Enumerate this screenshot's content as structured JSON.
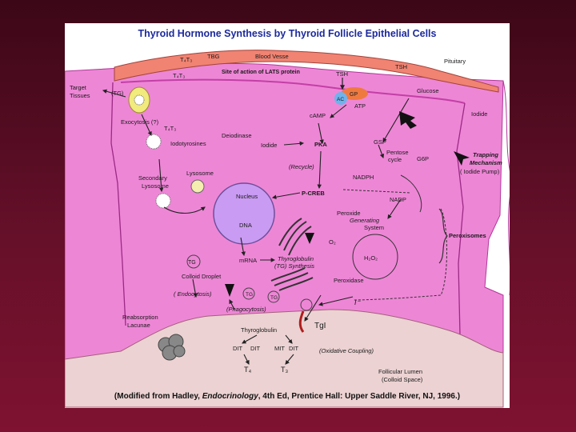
{
  "title": "Thyroid Hormone Synthesis by Thyroid Follicle Epithelial Cells",
  "caption": {
    "prefix": "(Modified from Hadley, ",
    "book": "Endocrinology",
    "suffix": ", 4th Ed, Prentice Hall: Upper Saddle River, NJ, 1996.)"
  },
  "colors": {
    "cell": "#ee86d6",
    "cell_dark": "#c33fa6",
    "lumen": "#ecd2d2",
    "vessel": "#f08372",
    "nucleus": "#c99bf2",
    "receptor_gp": "#ef7a40",
    "receptor_ac": "#6fb3ec",
    "tg_blob": "#f1ea7c",
    "title": "#1d2a9c",
    "background": "#66102a"
  },
  "labels": {
    "blood_vessel": "Blood Vesse",
    "tbg_top": "TBG",
    "t4t3_top": "T₄T₃",
    "t4t3_second": "T₄T₃",
    "tsh_right": "TSH",
    "pituitary": "Pituitary",
    "site_lats": "Site of action of LATS protein",
    "tsh_receptor": "TSH",
    "gp": "GP",
    "ac": "AC",
    "atp": "ATP",
    "glucose": "Glucose",
    "iodide_top": "Iodide",
    "target_tissues_1": "Target",
    "target_tissues_2": "Tissues",
    "tg_left": "(TG)",
    "exocytosis": "Exocytosis (?)",
    "t4t3_left": "T₄T₃",
    "camp": "cAMP",
    "deiodinase": "Deiodinase",
    "iodotyrosines": "Iodotyrosines",
    "iodide_mid": "Iodide",
    "pka": "PKA",
    "recycle": "(Recycle)",
    "gsp": "GSP",
    "pentose_1": "Pentose",
    "pentose_2": "cycle",
    "g6p": "G6P",
    "nadph": "NADPH",
    "nadp": "NADP",
    "trapping_1": "Trapping",
    "trapping_2": "Mechanism",
    "trapping_3": "( Iodide Pump)",
    "secondary_1": "Secondary",
    "secondary_2": "Lysosome",
    "lysosome": "Lysosome",
    "nucleus": "Nucleus",
    "pcreb": "P-CREB",
    "dna": "DNA",
    "peroxide_1": "Peroxide",
    "peroxide_2": "Generating",
    "peroxide_3": "System",
    "o2": "O₂",
    "h2o2": "H₂O₂",
    "peroxisomes": "Peroxisomes",
    "mrna": "mRNA",
    "thyroglobulin_syn_1": "Thyroglobulin",
    "thyroglobulin_syn_2": "(TG) Synthesis",
    "peroxidase": "Peroxidase",
    "tg_mid": "TG",
    "colloid_droplet": "Colloid Droplet",
    "endocytosis": "( Endocytosis)",
    "phagocytosis": "(Phagocytosis)",
    "tg_small_1": "TG",
    "tg_small_2": "TG",
    "iodide_i": "I⁻",
    "tg_i": "TgI",
    "reabsorption_1": "Reabsorption",
    "reabsorption_2": "Lacunae",
    "thyroglobulin": "Thyroglobulin",
    "dit1": "DIT",
    "dit2": "DIT",
    "mit": "MIT",
    "dit3": "DIT",
    "oxidative": "(Oxidative Coupling)",
    "t4_bottom": "T₄",
    "t3_bottom": "T₃",
    "lumen_1": "Follicular Lumen",
    "lumen_2": "(Colloid Space)"
  }
}
